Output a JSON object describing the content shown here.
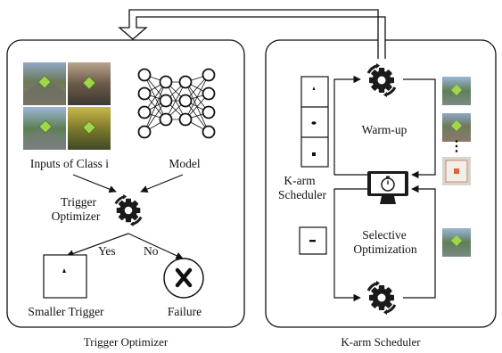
{
  "left_panel": {
    "caption": "Trigger Optimizer",
    "inputs_label": "Inputs of Class i",
    "model_label": "Model",
    "optimizer_label_line1": "Trigger",
    "optimizer_label_line2": "Optimizer",
    "yes_label": "Yes",
    "no_label": "No",
    "smaller_trigger_label": "Smaller Trigger",
    "failure_label": "Failure"
  },
  "right_panel": {
    "caption": "K-arm Scheduler",
    "scheduler_label_line1": "K-arm",
    "scheduler_label_line2": "Scheduler",
    "warmup_label": "Warm-up",
    "selective_label_line1": "Selective",
    "selective_label_line2": "Optimization",
    "ellipsis": "⋮"
  },
  "colors": {
    "line": "#111111",
    "diamond_fill": "#9fd64a",
    "icon_dark": "#1a1a1a"
  },
  "icons": [
    "gear-icon",
    "neural-network-icon",
    "monitor-timer-icon",
    "failure-x-icon",
    "trigger-patch-icon"
  ]
}
